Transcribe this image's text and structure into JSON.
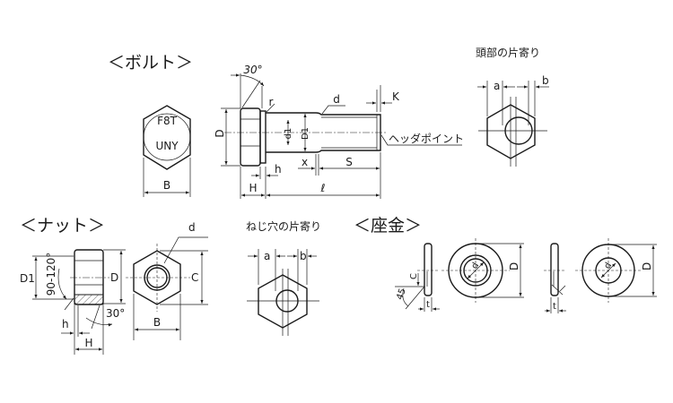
{
  "bolt": {
    "title": "＜ボルト＞",
    "head_marking_1": "F8T",
    "head_marking_2": "UNY",
    "dims": {
      "B": "B",
      "D": "D",
      "angle": "30°",
      "r": "r",
      "d": "d",
      "K": "K",
      "d1": "d1",
      "D1": "D1",
      "x": "x",
      "S": "S",
      "h": "h",
      "H": "H",
      "l": "ℓ"
    },
    "header_point": "ヘッダポイント"
  },
  "head_offset": {
    "title": "頭部の片寄り",
    "a": "a",
    "b": "b"
  },
  "nut": {
    "title": "＜ナット＞",
    "dims": {
      "D1": "D1",
      "angle_range": "90-120°",
      "D": "D",
      "h": "h",
      "H": "H",
      "angle": "30°",
      "d": "d",
      "C": "C",
      "B": "B"
    }
  },
  "thread_offset": {
    "title": "ねじ穴の片寄り",
    "a": "a",
    "b": "b"
  },
  "washer": {
    "title": "＜座金＞",
    "dims": {
      "C": "C",
      "angle": "45",
      "t1": "t",
      "d1": "d",
      "D1": "D",
      "t2": "t",
      "d2": "d",
      "D2": "D"
    }
  }
}
